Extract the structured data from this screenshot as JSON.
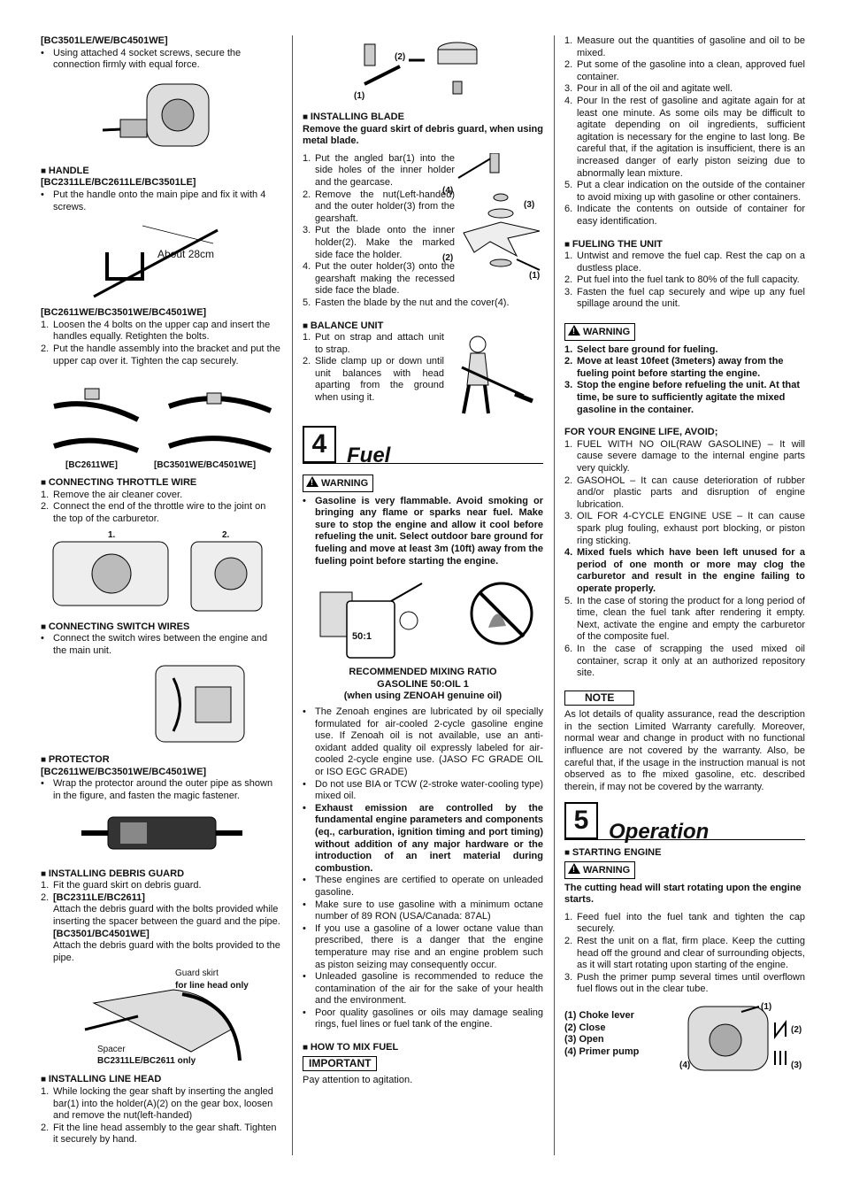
{
  "col1": {
    "s1_model": "[BC3501LE/WE/BC4501WE]",
    "s1_text": "Using attached 4 socket screws, secure the connection firmly with equal force.",
    "handle_title": "HANDLE",
    "handle_model": "[BC2311LE/BC2611LE/BC3501LE]",
    "handle_text": "Put the handle onto the main pipe and fix it with 4 screws.",
    "about_label": "About 28cm",
    "handle2_model": "[BC2611WE/BC3501WE/BC4501WE]",
    "handle2_items": [
      "Loosen the 4 bolts on the upper cap and insert the handles equally. Retighten the bolts.",
      "Put the handle assembly into the bracket and put the upper cap over it. Tighten the cap securely."
    ],
    "handle_fig_labels": [
      "[BC2611WE]",
      "[BC3501WE/BC4501WE]"
    ],
    "throttle_title": "CONNECTING THROTTLE WIRE",
    "throttle_items": [
      "Remove the air cleaner cover.",
      "Connect the end of the throttle wire to the joint on the top of the carburetor."
    ],
    "throttle_fig_labels": [
      "1.",
      "2."
    ],
    "switch_title": "CONNECTING SWITCH WIRES",
    "switch_text": "Connect the switch wires between the engine and the main unit.",
    "protector_title": "PROTECTOR",
    "protector_model": "[BC2611WE/BC3501WE/BC4501WE]",
    "protector_text": "Wrap the protector around the outer pipe as shown in the figure, and fasten the magic fastener.",
    "debris_title": "INSTALLING DEBRIS GUARD",
    "debris_item1": "Fit the guard skirt on debris guard.",
    "debris_item2_model": "[BC2311LE/BC2611]",
    "debris_item2_text": "Attach the debris guard with the bolts provided while inserting the spacer between the guard and the pipe.",
    "debris_item2_model_b": "[BC3501/BC4501WE]",
    "debris_item2_text_b": "Attach the debris guard with the bolts provided to the pipe.",
    "guard_skirt": "Guard skirt",
    "guard_skirt_note": "for line head only",
    "spacer": "Spacer",
    "spacer_note": "BC2311LE/BC2611 only",
    "linehead_title": "INSTALLING LINE HEAD",
    "linehead_items": [
      "While locking the gear shaft by inserting the angled bar(1) into the holder(A)(2) on the gear box, loosen and remove the nut(left-handed)",
      "Fit the line head assembly to the gear shaft. Tighten it securely by hand."
    ]
  },
  "col2": {
    "top_fig_labels": [
      "(1)",
      "(2)"
    ],
    "blade_title": "INSTALLING BLADE",
    "blade_note": "Remove the guard skirt of debris guard, when using metal blade.",
    "blade_items": [
      "Put the angled bar(1) into the side holes of the inner holder and the gearcase.",
      "Remove the nut(Left-handed) and the outer holder(3) from the gearshaft.",
      "Put the blade onto the inner holder(2). Make the marked side face the holder.",
      "Put the outer holder(3) onto the gearshaft making the recessed side face the blade.",
      "Fasten the blade by the nut and the cover(4)."
    ],
    "blade_fig_labels": [
      "(4)",
      "(3)",
      "(2)",
      "(1)"
    ],
    "balance_title": "BALANCE UNIT",
    "balance_items": [
      "Put on strap and attach unit to strap.",
      "Slide clamp up or down until unit balances with head aparting from the ground when using it."
    ],
    "chapter_num": "4",
    "chapter_title": "Fuel",
    "warning_label": "WARNING",
    "warning_text": "Gasoline is very flammable. Avoid smoking or bringing any flame or sparks near fuel. Make sure to stop the engine and allow it cool before refueling the unit. Select outdoor bare ground for fueling and move at least 3m (10ft) away from the fueling point before starting the engine.",
    "can_label": "50:1",
    "mix_title1": "RECOMMENDED MIXING RATIO",
    "mix_title2": "GASOLINE 50:OIL 1",
    "mix_title3": "(when using ZENOAH genuine oil)",
    "fuel_bullets": [
      {
        "t": "The Zenoah engines are lubricated by oil specially formulated for air-cooled 2-cycle gasoline engine use. If Zenoah oil is not available, use an anti-oxidant added quality oil expressly labeled for air-cooled 2-cycle engine use. (JASO FC GRADE OIL or ISO EGC GRADE)",
        "b": false
      },
      {
        "t": "Do not use BIA or TCW (2-stroke water-cooling type) mixed oil.",
        "b": false
      },
      {
        "t": "Exhaust emission are controlled by the fundamental engine parameters and components (eq., carburation, ignition timing and port timing) without addition of any major hardware or the introduction of an inert material during combustion.",
        "b": true
      },
      {
        "t": "These engines are certified to operate on unleaded gasoline.",
        "b": false
      },
      {
        "t": "Make sure to use gasoline with a minimum octane number of 89 RON (USA/Canada: 87AL)",
        "b": false
      },
      {
        "t": "If you use a gasoline of a lower octane value than prescribed, there is a danger that the engine temperature may rise and an engine problem such as piston seizing may consequently occur.",
        "b": false
      },
      {
        "t": "Unleaded gasoline is recommended to reduce the contamination of the air for the sake of your health and the environment.",
        "b": false
      },
      {
        "t": "Poor quality gasolines or oils may damage sealing rings, fuel lines or fuel tank of the engine.",
        "b": false
      }
    ],
    "howto_title": "HOW TO MIX FUEL",
    "important_label": "IMPORTANT",
    "important_text": "Pay attention to agitation."
  },
  "col3": {
    "mix_items": [
      "Measure out the quantities of gasoline and oil to be mixed.",
      "Put some of the gasoline into a clean, approved fuel container.",
      "Pour in all of the oil and agitate well.",
      "Pour In the rest of gasoline and agitate again for at least one minute. As some oils may be difficult to agitate depending on oil ingredients, sufficient agitation is necessary for the engine to last long. Be careful that, if the agitation is insufficient, there is an increased danger of early piston seizing due to abnormally lean mixture.",
      "Put a clear indication on the outside of the container to avoid mixing up with gasoline or other containers.",
      "Indicate the contents on outside of container for easy identification."
    ],
    "fueling_title": "FUELING THE UNIT",
    "fueling_items": [
      "Untwist and remove the fuel cap. Rest the cap on a dustless place.",
      "Put fuel into the fuel tank to 80% of the full capacity.",
      "Fasten the fuel cap securely and wipe up any fuel spillage around the unit."
    ],
    "warning_label": "WARNING",
    "warning_items": [
      "Select bare ground for fueling.",
      "Move at least 10feet (3meters) away from the fueling point before starting the engine.",
      "Stop the engine before refueling the unit. At that time, be sure to sufficiently agitate the mixed gasoline in the container."
    ],
    "avoid_title": "FOR YOUR ENGINE LIFE, AVOID;",
    "avoid_items": [
      {
        "t": "FUEL WITH NO OIL(RAW GASOLINE) – It will cause severe damage to the internal engine parts very quickly.",
        "b": false
      },
      {
        "t": "GASOHOL – It can cause deterioration of rubber and/or plastic parts and disruption of engine lubrication.",
        "b": false
      },
      {
        "t": "OIL FOR 4-CYCLE ENGINE USE – It can cause spark plug fouling, exhaust port blocking, or piston ring sticking.",
        "b": false
      },
      {
        "t": "Mixed fuels which have been left unused for a period of one month or more may clog the carburetor and result in the engine failing to operate properly.",
        "b": true
      },
      {
        "t": "In the case of storing the product for a long period of time, clean the fuel tank after rendering it empty. Next, activate the engine and empty the carburetor of the composite fuel.",
        "b": false
      },
      {
        "t": "In the case of scrapping the used mixed oil container, scrap it only at an authorized repository site.",
        "b": false
      }
    ],
    "note_label": "NOTE",
    "note_text": "As lot details of quality assurance, read the description in the section Limited Warranty carefully. Moreover, normal wear and change in product with no functional influence are not covered by the warranty. Also, be careful that, if the usage in the instruction manual is not observed as to fhe mixed gasoline, etc. described therein, if may not be covered by the warranty.",
    "chapter_num": "5",
    "chapter_title": "Operation",
    "start_title": "STARTING ENGINE",
    "start_warning_label": "WARNING",
    "start_warning_text": "The cutting head will start rotating upon the engine starts.",
    "start_items": [
      "Feed fuel into the fuel tank and tighten the cap securely.",
      "Rest the unit on a flat, firm place. Keep the cutting head off the ground and clear of surrounding objects, as it will start rotating upon starting of the engine.",
      "Push the primer pump several times until overflown fuel flows out in the clear tube."
    ],
    "legend": [
      "(1) Choke lever",
      "(2) Close",
      "(3) Open",
      "(4) Primer pump"
    ],
    "fig_labels": [
      "(1)",
      "(2)",
      "(3)",
      "(4)"
    ]
  }
}
